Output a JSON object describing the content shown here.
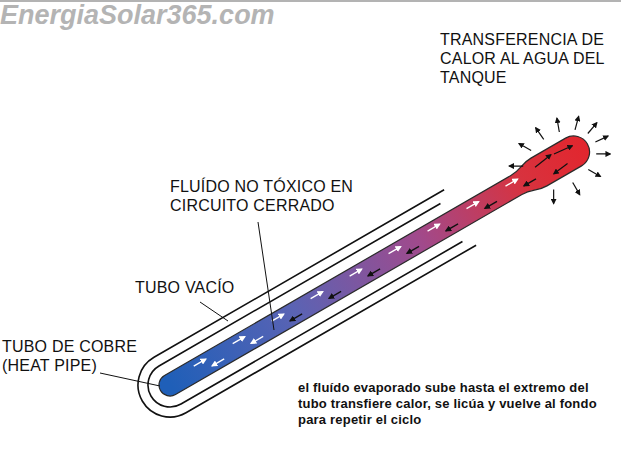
{
  "diagram": {
    "labels": [
      "TRANSFERENCIA DE CALOR AL AGUA DEL TANQUE",
      "FLUÍDO NO TÓXICO EN CIRCUITO CERRADO",
      "TUBO VACÍO",
      "TUBO DE COBRE (HEAT PIPE)",
      "el fluído evaporado sube hasta el extremo del tubo transfiere calor, se licúa y vuelve al fondo para repetir el ciclo",
      "EnergiaSolar365.com"
    ]
  }
}
